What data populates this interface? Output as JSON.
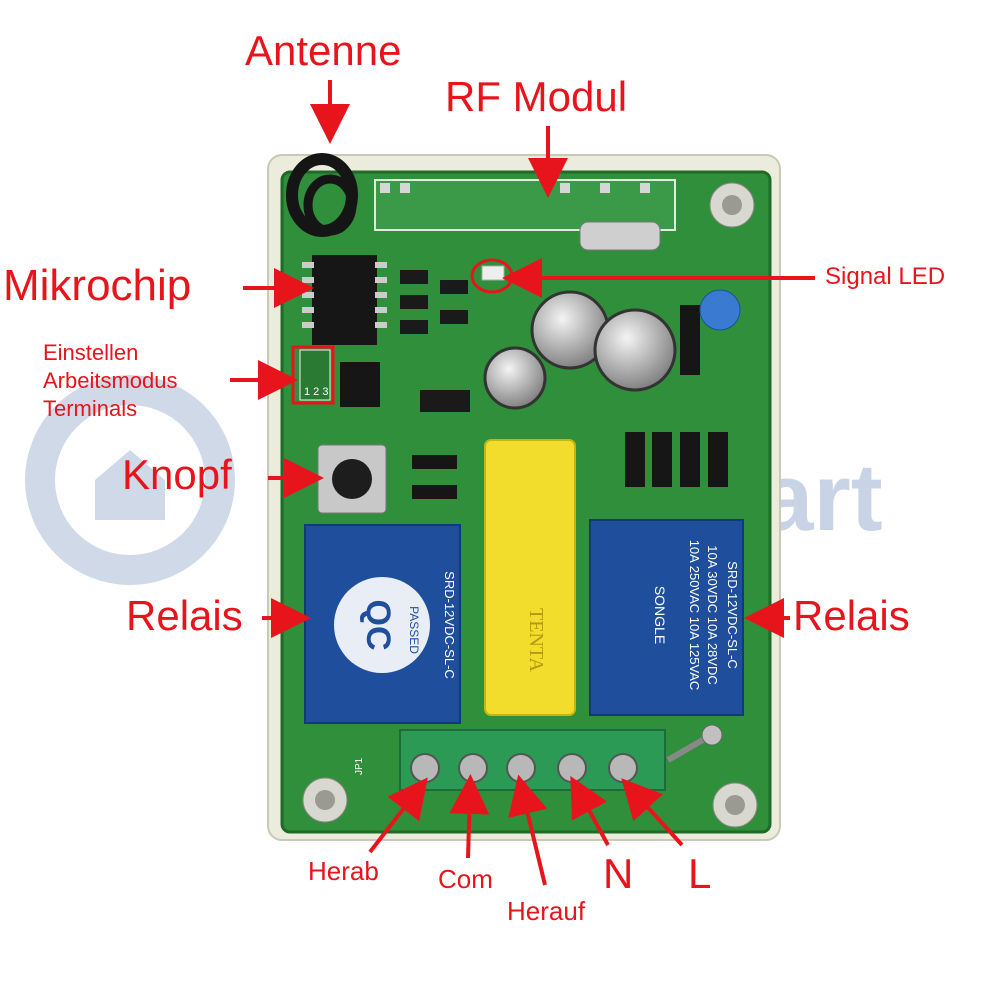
{
  "labels": {
    "antenne": "Antenne",
    "rf_modul": "RF Modul",
    "mikrochip": "Mikrochip",
    "signal_led": "Signal LED",
    "einstellen_line1": "Einstellen",
    "einstellen_line2": "Arbeitsmodus",
    "einstellen_line3": "Terminals",
    "knopf": "Knopf",
    "relais_left": "Relais",
    "relais_right": "Relais",
    "herab": "Herab",
    "com": "Com",
    "herauf": "Herauf",
    "n": "N",
    "l": "L"
  },
  "board": {
    "relay_brand": "SONGLE",
    "relay_model": "SRD-12VDC-SL-C",
    "relay_rating_1": "10A 250VAC  10A 125VAC",
    "relay_rating_2": "10A 30VDC  10A 28VDC",
    "qc_text": "QC",
    "qc_sub": "PASSED",
    "capacitor_brand": "TENTA",
    "jumper_label": "1 2 3",
    "jp_label": "JP1",
    "watermark": "art"
  },
  "colors": {
    "label_red": "#e8141c",
    "pcb_green": "#2f8f3a",
    "housing": "#ececdc",
    "relay_blue": "#1f4f9c",
    "capacitor_yellow": "#f2dc2c"
  }
}
